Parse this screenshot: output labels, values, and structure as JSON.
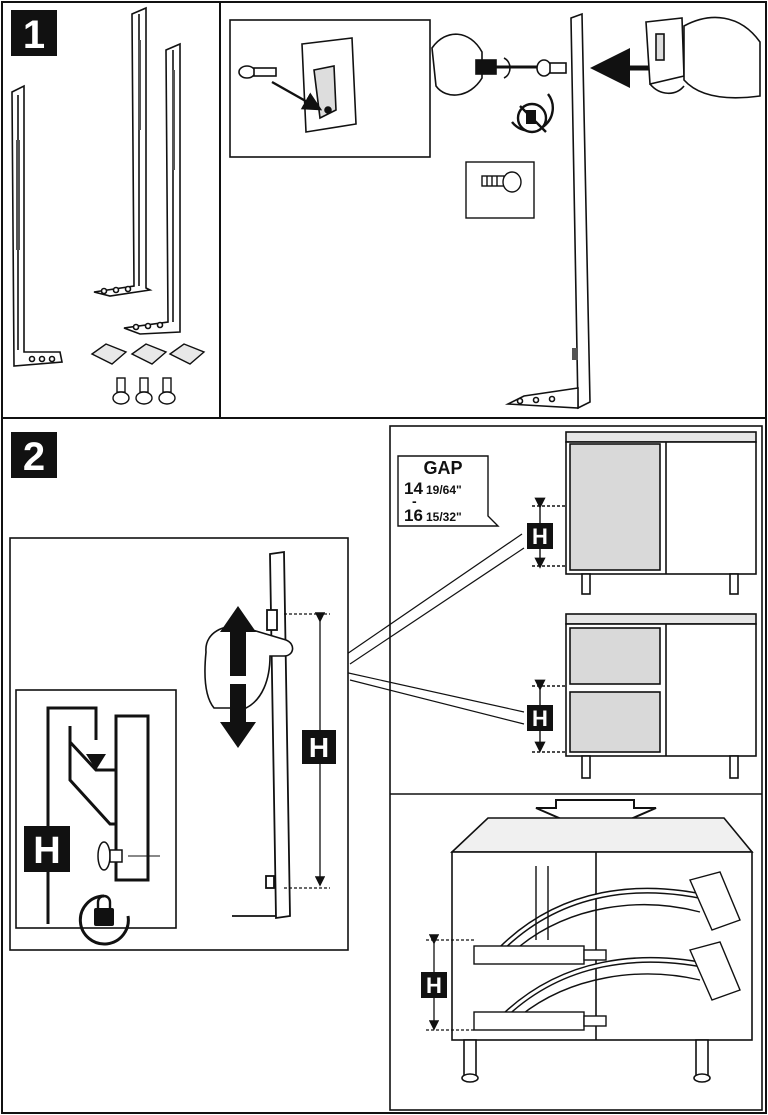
{
  "steps": {
    "one": "1",
    "two": "2"
  },
  "gap": {
    "title": "GAP",
    "min_whole": "14",
    "min_frac": "19/64\"",
    "separator": "-",
    "max_whole": "16",
    "max_frac": "15/32\""
  },
  "height_mark": "H",
  "colors": {
    "ink": "#111111",
    "panel_fill": "#d9d9d9",
    "cabinet_top": "#e6e6e6"
  }
}
